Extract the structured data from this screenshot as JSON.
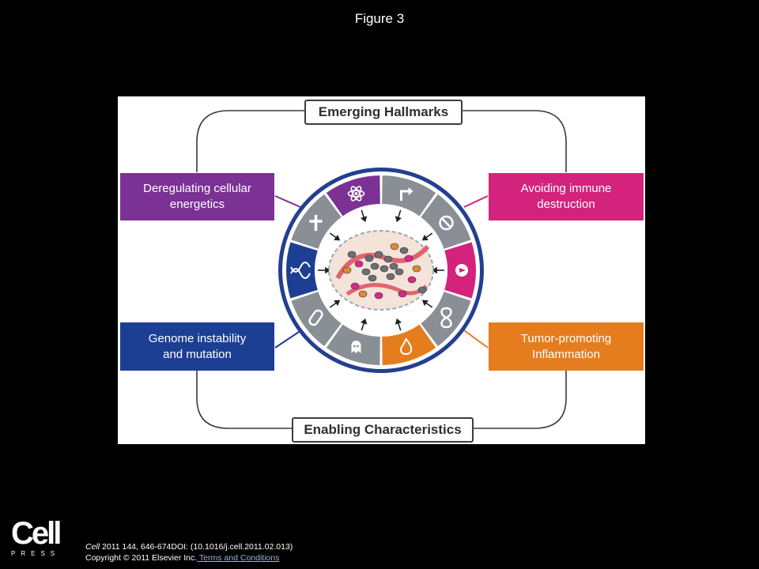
{
  "slide": {
    "title": "Figure 3"
  },
  "figure": {
    "top_header": "Emerging Hallmarks",
    "bottom_header": "Enabling Characteristics",
    "boxes": {
      "top_left": {
        "line1": "Deregulating cellular",
        "line2": "energetics",
        "color": "#7b3294"
      },
      "top_right": {
        "line1": "Avoiding immune",
        "line2": "destruction",
        "color": "#d4237c"
      },
      "bottom_left": {
        "line1": "Genome instability",
        "line2": "and mutation",
        "color": "#1c3f94"
      },
      "bottom_right": {
        "line1": "Tumor-promoting",
        "line2": "Inflammation",
        "color": "#e57d1e"
      }
    },
    "wheel": {
      "ring_color": "#243f8f",
      "gray_color": "#8a8f96",
      "segments": [
        {
          "icon": "arrow-turn-icon",
          "color": "#8a8f96"
        },
        {
          "icon": "no-sign-icon",
          "color": "#8a8f96"
        },
        {
          "icon": "immune-cell-icon",
          "color": "#d4237c"
        },
        {
          "icon": "infinity-icon",
          "color": "#8a8f96"
        },
        {
          "icon": "flame-icon",
          "color": "#e57d1e"
        },
        {
          "icon": "ghost-cell-icon",
          "color": "#8a8f96"
        },
        {
          "icon": "vessel-icon",
          "color": "#8a8f96"
        },
        {
          "icon": "dna-icon",
          "color": "#1c3f94"
        },
        {
          "icon": "cross-icon",
          "color": "#8a8f96"
        },
        {
          "icon": "atom-icon",
          "color": "#7b3294"
        }
      ]
    }
  },
  "logo": {
    "word": "Cell",
    "press": "PRESS"
  },
  "citation": {
    "journal": "Cell",
    "line1_rest": " 2011 144, 646-674DOI: (10.1016/j.cell.2011.02.013)",
    "line2": "Copyright © 2011 Elsevier Inc.",
    "terms_link": " Terms and Conditions"
  }
}
